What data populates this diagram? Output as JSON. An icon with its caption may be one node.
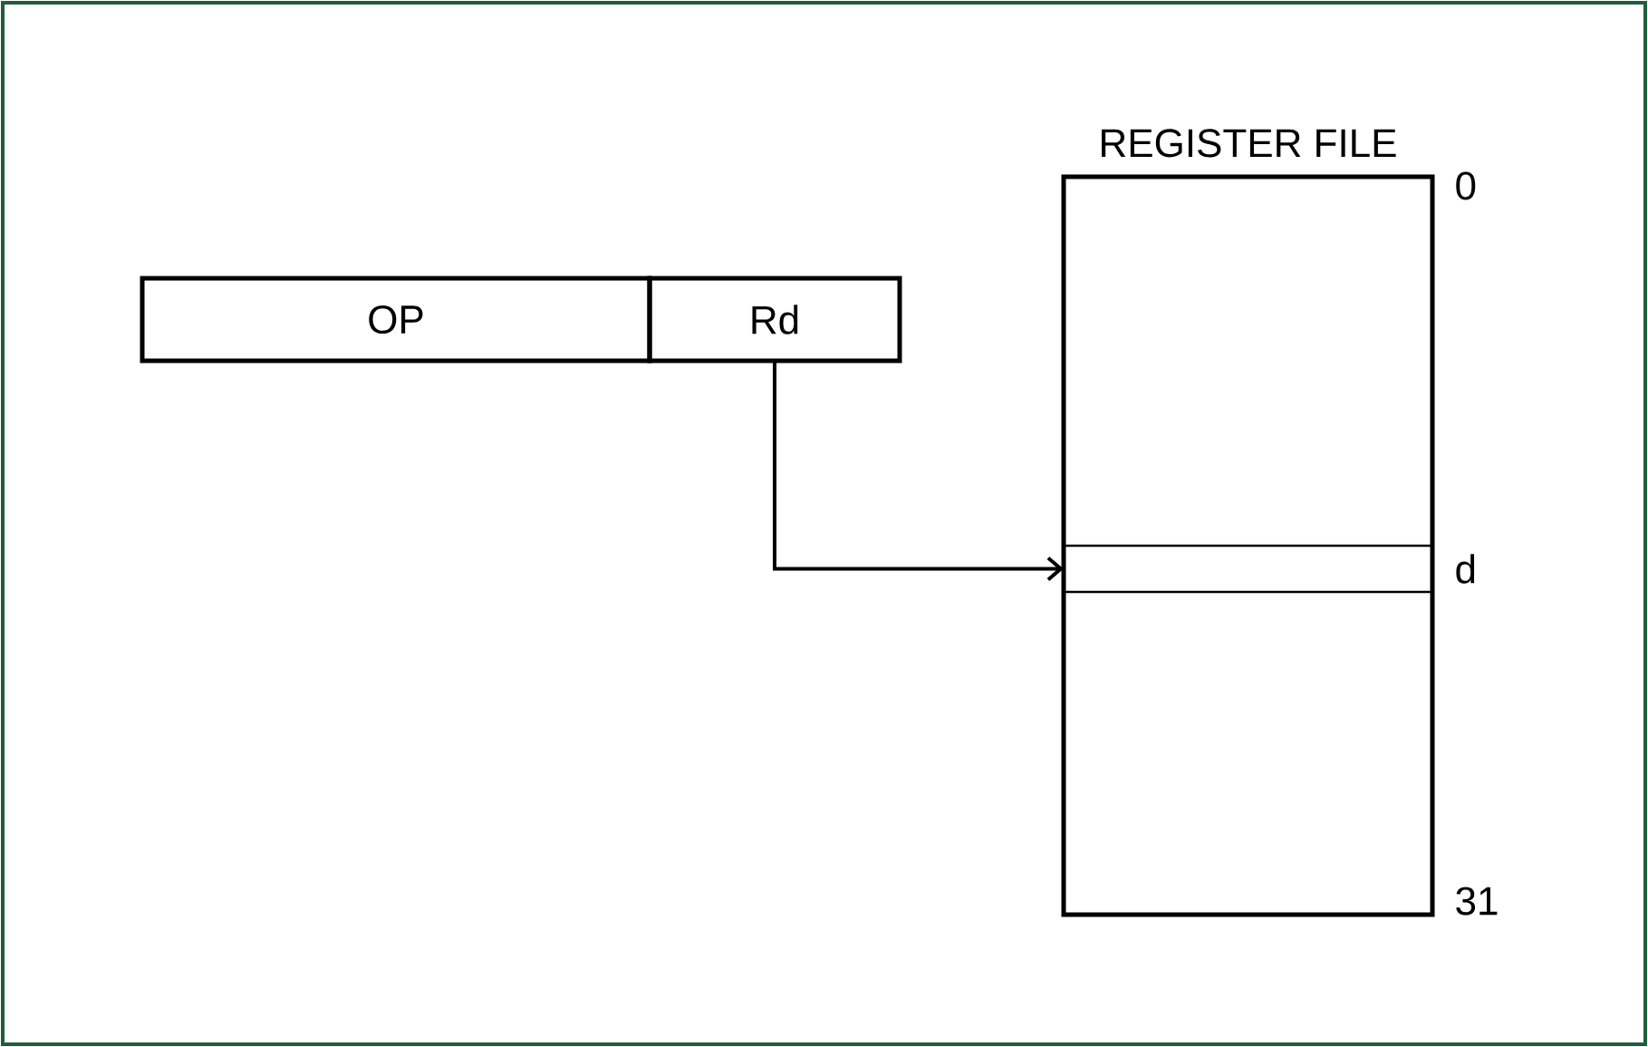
{
  "diagram": {
    "nodes": [
      {
        "text": [
          "OP"
        ]
      },
      {
        "text": [
          "Rd"
        ]
      },
      {
        "text": [
          "REGISTER FILE"
        ]
      },
      {
        "text": [],
        "shape": "box",
        "in": 2,
        "beside": [
          "d"
        ]
      }
    ],
    "edges": [
      {
        "from": 1,
        "to": 3,
        "arrow": "to"
      }
    ],
    "labels": [
      "0",
      "31"
    ]
  }
}
